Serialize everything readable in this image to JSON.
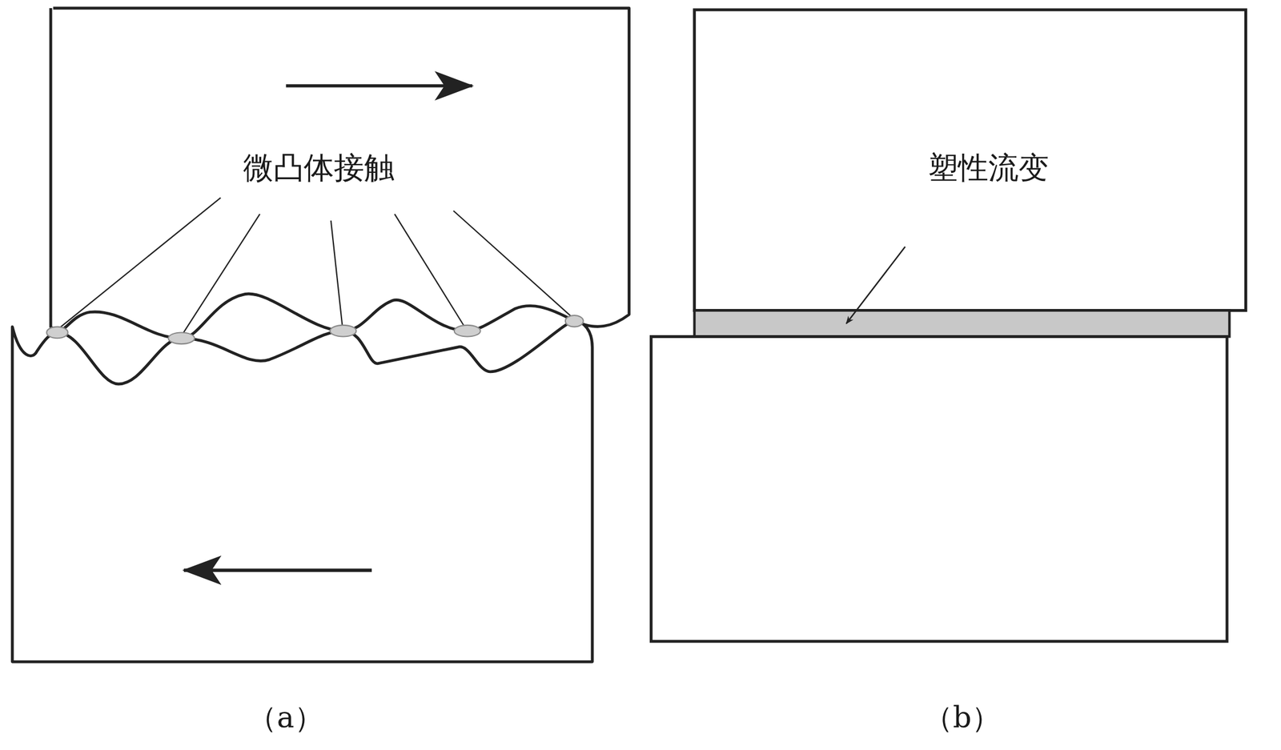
{
  "diagram": {
    "labels": [
      "微凸体接触",
      "塑性流变",
      "（a）",
      "（b）"
    ]
  }
}
